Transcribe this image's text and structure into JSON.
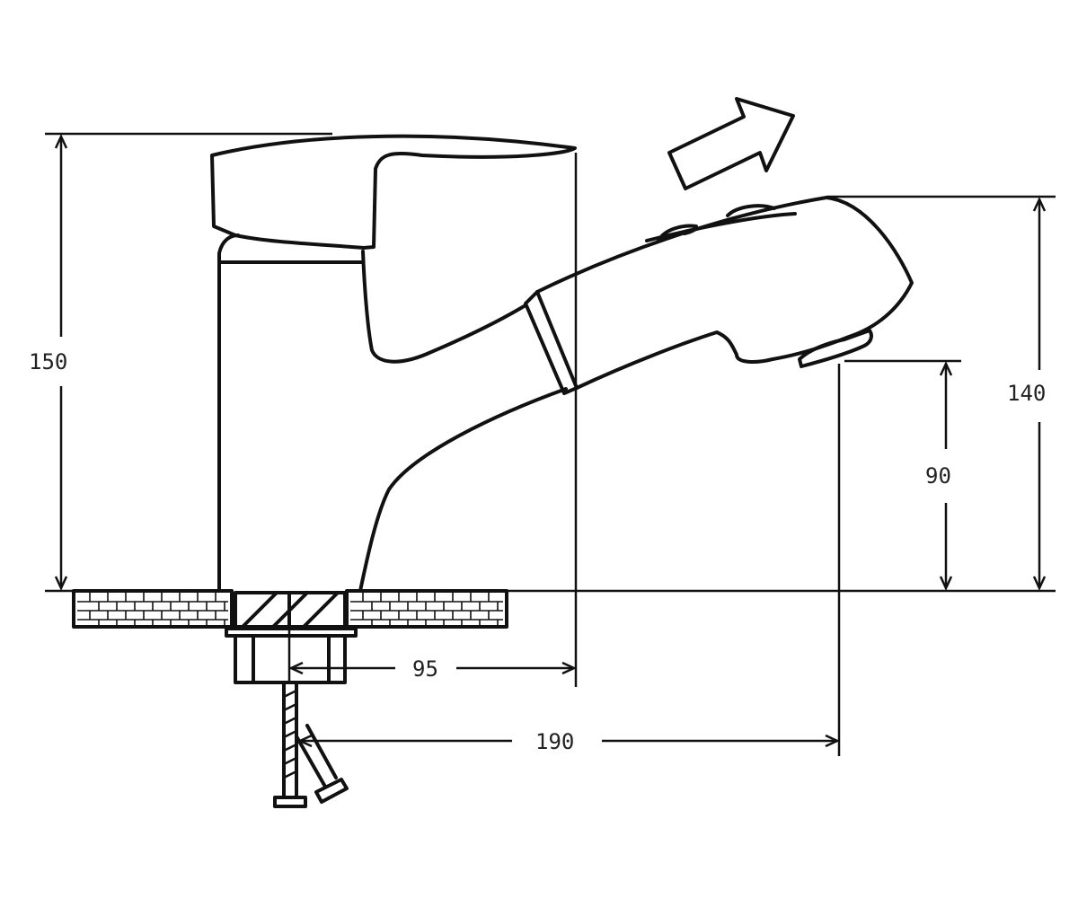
{
  "dimensions": {
    "total_height": "150",
    "spray_height": "140",
    "outlet_height": "90",
    "body_reach": "95",
    "spout_reach": "190"
  }
}
